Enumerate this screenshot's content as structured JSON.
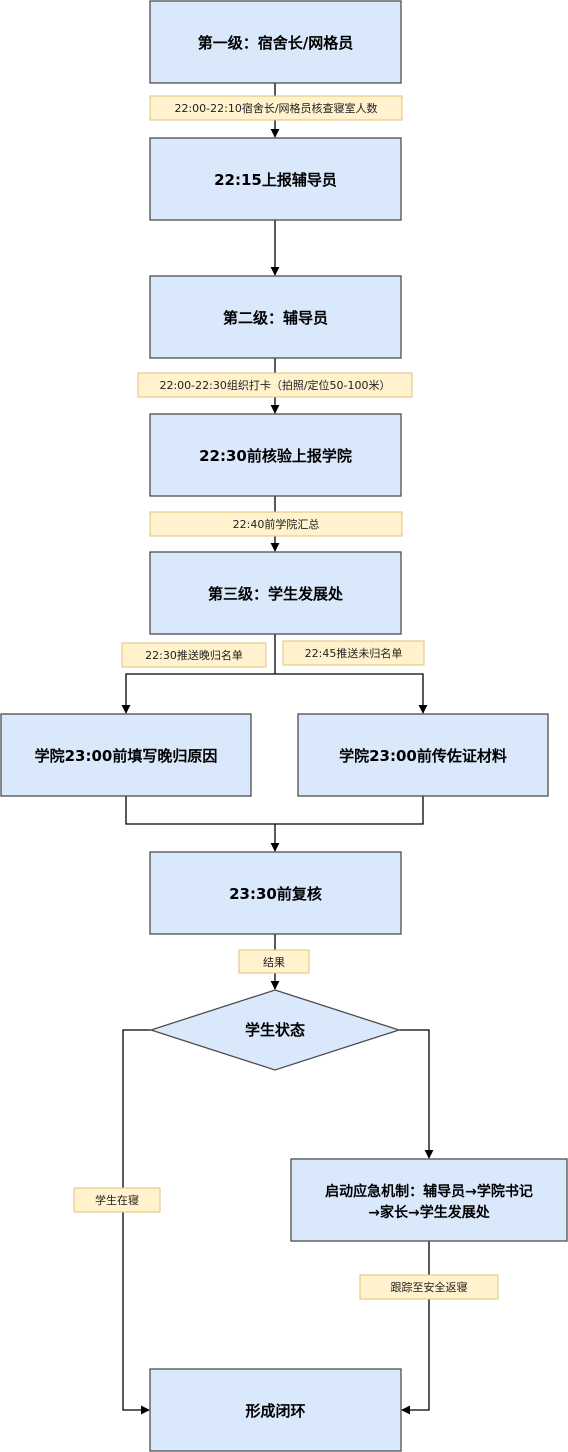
{
  "colors": {
    "node_fill": "#dae8fc",
    "node_stroke": "#4d4d4d",
    "label_fill": "#fff2cc",
    "label_stroke": "#e0c27a",
    "edge": "#000000"
  },
  "nodes": {
    "level1": "第一级：宿舍长/网格员",
    "report_counselor": "22:15上报辅导员",
    "level2": "第二级：辅导员",
    "verify_report": "22:30前核验上报学院",
    "level3": "第三级：学生发展处",
    "fill_reason": "学院23:00前填写晚归原因",
    "upload_evidence": "学院23:00前传佐证材料",
    "recheck": "23:30前复核",
    "student_status": "学生状态",
    "emergency_line1": "启动应急机制：辅导员→学院书记",
    "emergency_line2": "→家长→学生发展处",
    "closed_loop": "形成闭环"
  },
  "labels": {
    "check_count": "22:00-22:10宿舍长/网格员核查寝室人数",
    "clock_in": "22:00-22:30组织打卡（拍照/定位50-100米）",
    "college_summary": "22:40前学院汇总",
    "push_late": "22:30推送晚归名单",
    "push_absent": "22:45推送未归名单",
    "result": "结果",
    "in_dorm": "学生在寝",
    "track_return": "跟踪至安全返寝"
  }
}
